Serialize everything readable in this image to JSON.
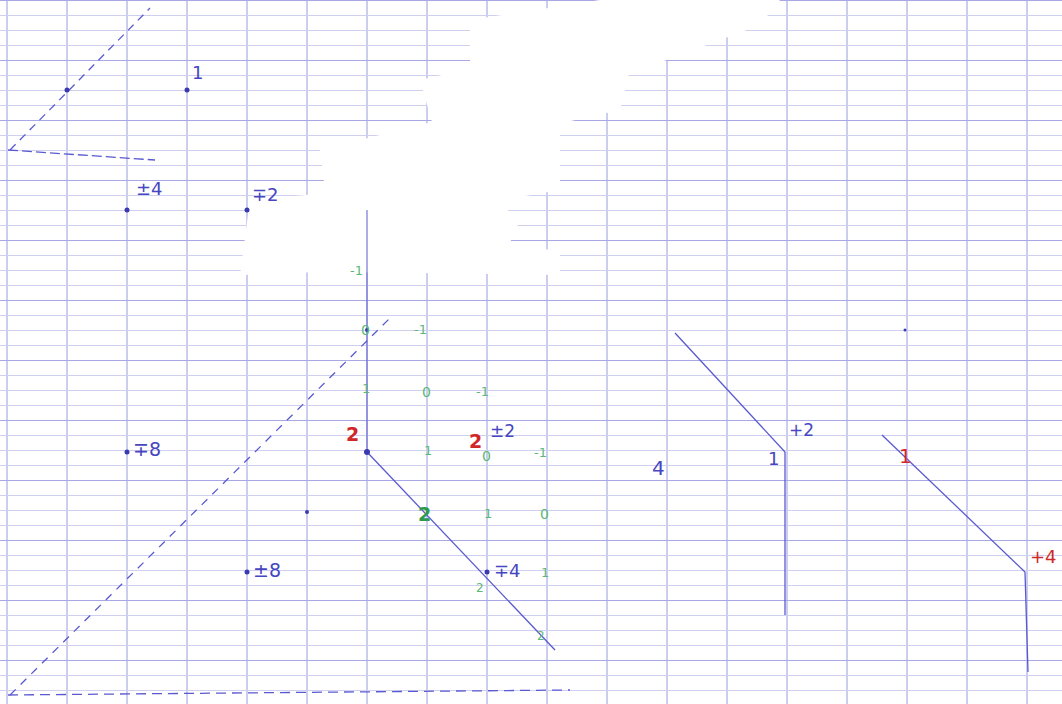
{
  "diagram": {
    "labels": [
      "1",
      "±4",
      "∓2",
      "∓8",
      "±8",
      "2",
      "2",
      "±2",
      "∓4",
      "2",
      "4",
      "1",
      "+2",
      "1",
      "+4",
      "-1",
      "0",
      "1",
      "-1",
      "0",
      "1",
      "-1",
      "0",
      "1",
      "2",
      "-1",
      "0",
      "1",
      "2"
    ]
  }
}
